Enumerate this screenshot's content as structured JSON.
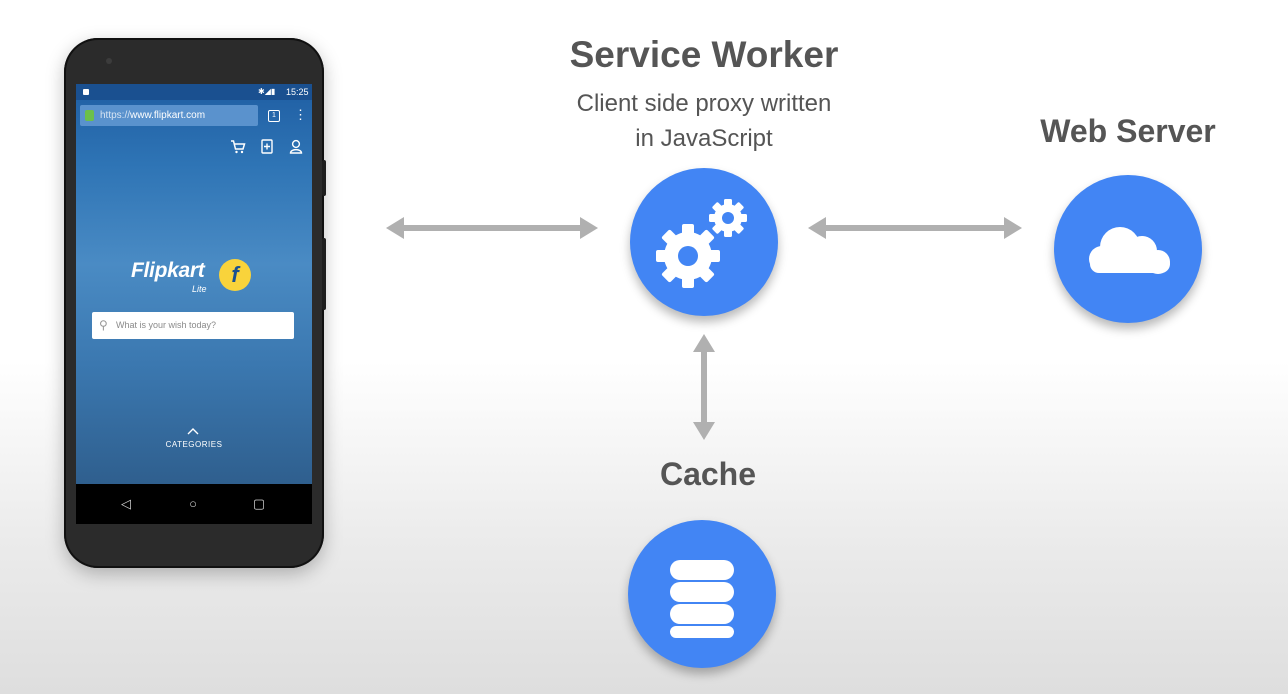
{
  "phone": {
    "status_time": "15:25",
    "url_scheme": "https://",
    "url_host": "www.flipkart.com",
    "tab_count": "1",
    "brand": "Flipkart",
    "brand_sub": "Lite",
    "badge_letter": "f",
    "search_placeholder": "What is your wish today?",
    "categories_label": "CATEGORIES",
    "header_icons": [
      "cart-icon",
      "add-icon",
      "user-icon"
    ],
    "nav_icons": [
      "back-icon",
      "home-icon",
      "recents-icon"
    ]
  },
  "service_worker": {
    "title": "Service Worker",
    "subtitle_line1": "Client side proxy written",
    "subtitle_line2": "in JavaScript",
    "icon": "gears-icon"
  },
  "web_server": {
    "title": "Web Server",
    "icon": "cloud-icon"
  },
  "cache": {
    "title": "Cache",
    "icon": "database-icon"
  },
  "colors": {
    "node_blue": "#4285f4",
    "arrow_gray": "#b0b0b0",
    "title_gray": "#555555"
  }
}
